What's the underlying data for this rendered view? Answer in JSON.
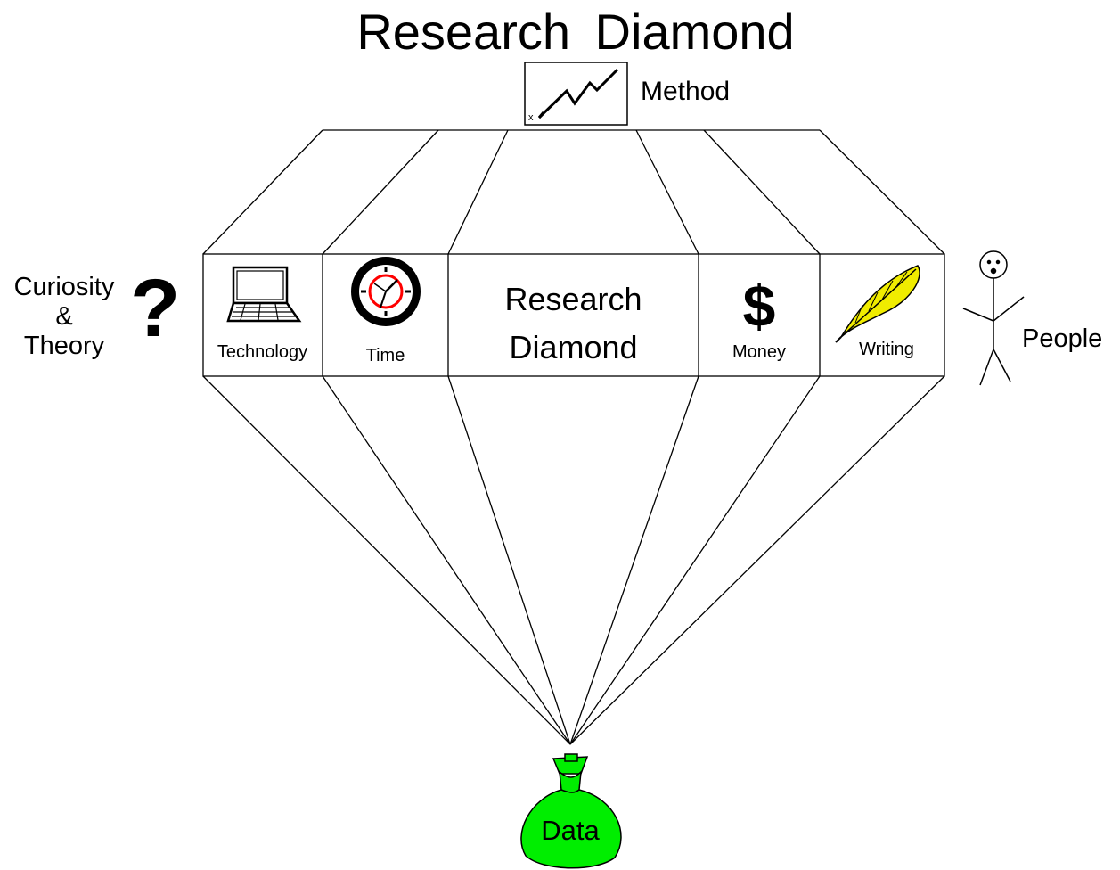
{
  "title": "Research  Diamond",
  "method_label": "Method",
  "curiosity_label": "Curiosity\n&\nTheory",
  "question_mark": "?",
  "people_label": "People",
  "cells": {
    "technology": "Technology",
    "time": "Time",
    "center": "Research\nDiamond",
    "money": "Money",
    "money_symbol": "$",
    "writing": "Writing"
  },
  "data_label": "Data",
  "colors": {
    "line": "#000000",
    "bag": "#00ee00",
    "clock_hand_ring": "#ff0000",
    "quill": "#f0ec00",
    "background": "#ffffff"
  },
  "icons": [
    "laptop-icon",
    "clock-icon",
    "dollar-icon",
    "quill-icon",
    "chart-line-icon",
    "question-icon",
    "stick-figure-icon",
    "money-bag-icon"
  ]
}
